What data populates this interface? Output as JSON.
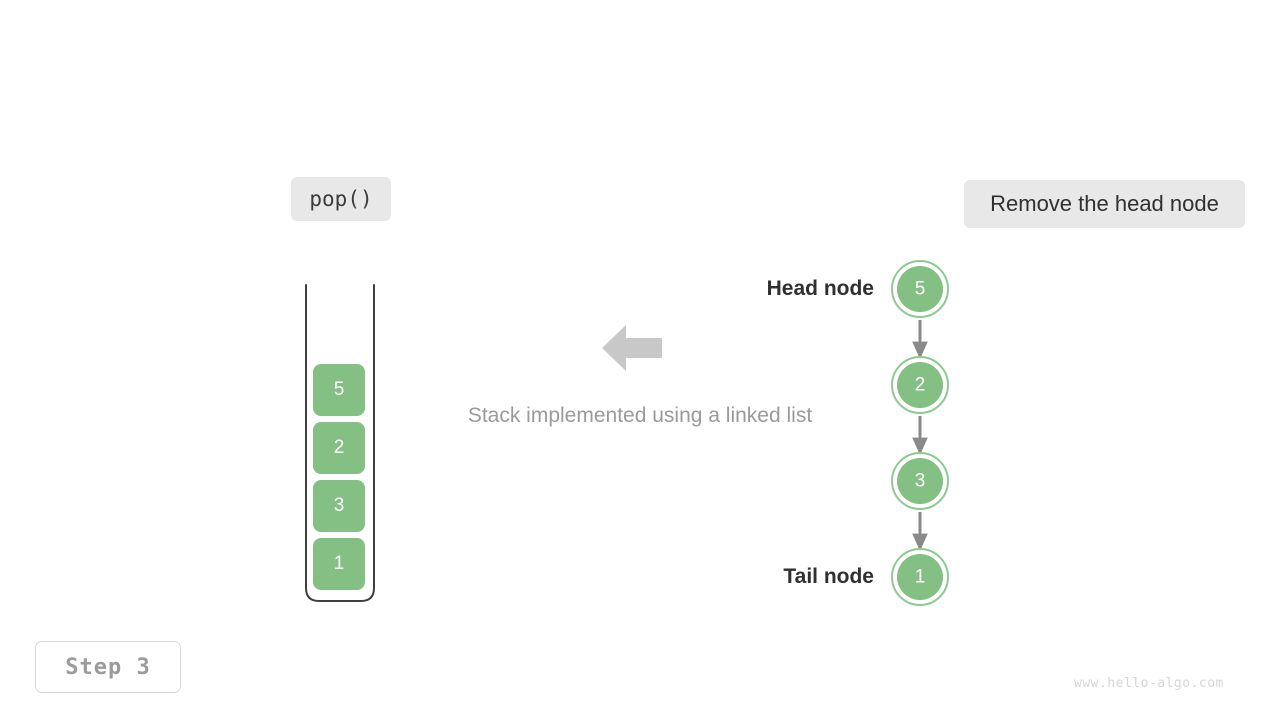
{
  "operation": {
    "label": "pop()"
  },
  "action": {
    "label": "Remove the head node"
  },
  "step": {
    "label": "Step 3"
  },
  "caption": {
    "text": "Stack implemented using a linked list"
  },
  "watermark": {
    "text": "www.hello-algo.com"
  },
  "stack": {
    "cells": [
      {
        "value": "5"
      },
      {
        "value": "2"
      },
      {
        "value": "3"
      },
      {
        "value": "1"
      }
    ]
  },
  "linked_list": {
    "head_label": "Head node",
    "tail_label": "Tail node",
    "nodes": [
      {
        "value": "5"
      },
      {
        "value": "2"
      },
      {
        "value": "3"
      },
      {
        "value": "1"
      }
    ]
  },
  "colors": {
    "node_fill": "#84bf84",
    "node_ring": "#8fc98f",
    "chip_bg": "#e8e8e8",
    "arrow_gray": "#c8c8c8",
    "connector_gray": "#8a8a8a",
    "container_stroke": "#3f3f3f",
    "caption_text": "#9a9a9a",
    "step_text": "#9b9b9b"
  }
}
